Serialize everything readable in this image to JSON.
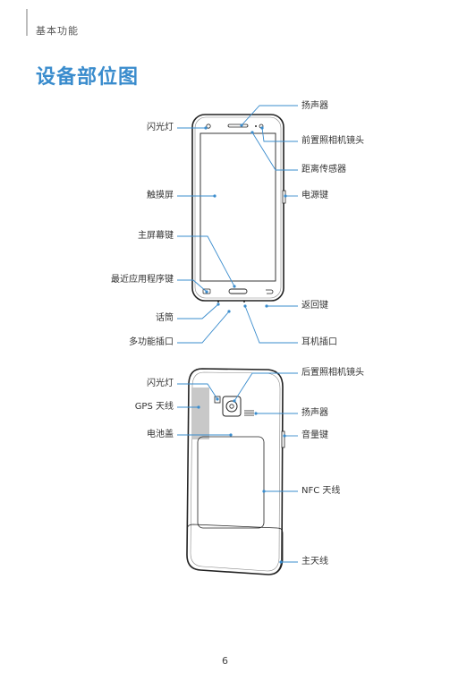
{
  "header": {
    "section": "基本功能"
  },
  "title": "设备部位图",
  "front_labels": {
    "speaker": "扬声器",
    "flash": "闪光灯",
    "front_camera": "前置照相机镜头",
    "proximity_sensor": "距离传感器",
    "touchscreen": "触摸屏",
    "power_key": "电源键",
    "home_key": "主屏幕键",
    "recent_apps_key": "最近应用程序键",
    "back_key": "返回键",
    "microphone": "话筒",
    "multipurpose_jack": "多功能插口",
    "earphone_jack": "耳机插口"
  },
  "back_labels": {
    "rear_camera": "后置照相机镜头",
    "flash": "闪光灯",
    "gps_antenna": "GPS 天线",
    "speaker": "扬声器",
    "volume_key": "音量键",
    "battery_cover": "电池盖",
    "nfc_antenna": "NFC 天线",
    "main_antenna": "主天线"
  },
  "colors": {
    "accent": "#3a8ccd",
    "callout": "#3a8ccd",
    "antenna_fill": "#c8c8c8"
  },
  "page_number": "6"
}
